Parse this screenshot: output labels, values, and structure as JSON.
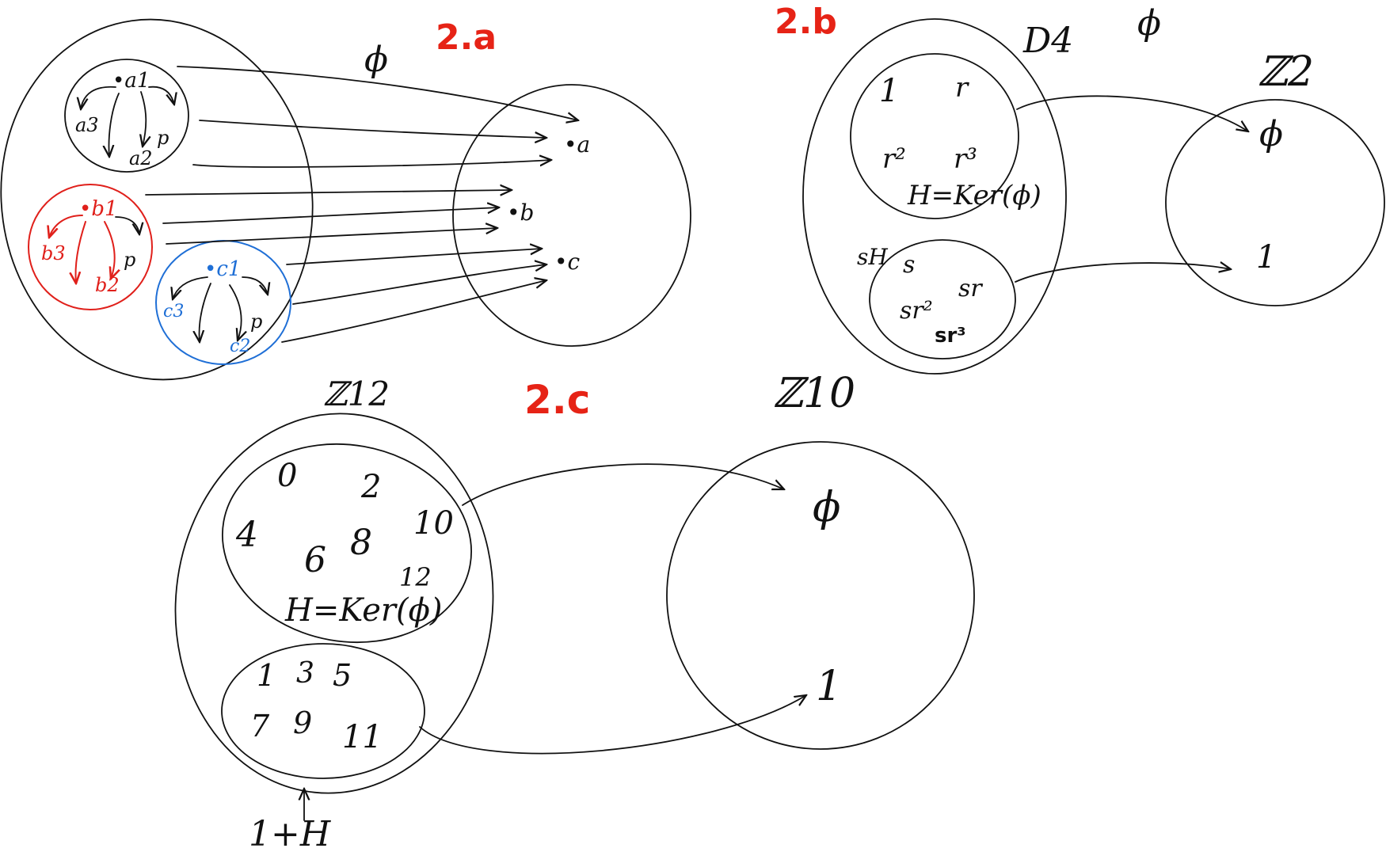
{
  "sections": {
    "a": "2.a",
    "b": "2.b",
    "c": "2.c"
  },
  "phi": "ϕ",
  "colors": {
    "ink": "#111111",
    "red": "#e0201b",
    "blue": "#1f6fd6",
    "section_label": "#e62316"
  },
  "diagram_a": {
    "orbit_a": {
      "root": "•a1",
      "left": "a3",
      "bottom": "a2",
      "rel": "p"
    },
    "orbit_b": {
      "root": "•b1",
      "left": "b3",
      "bottom": "b2",
      "rel": "p"
    },
    "orbit_c": {
      "root": "•c1",
      "left": "c3",
      "bottom": "c2",
      "rel": "p"
    },
    "targets": [
      "•a",
      "•b",
      "•c"
    ]
  },
  "diagram_b": {
    "domain_label": "D4",
    "codomain_label": "ℤ2",
    "kernel_elements": [
      "1",
      "r",
      "r²",
      "r³"
    ],
    "kernel_label": "H=Ker(ϕ)",
    "coset_label": "sH",
    "coset_elements": [
      "s",
      "sr",
      "sr²",
      "sr³"
    ],
    "codomain_elements": [
      "ϕ",
      "1"
    ]
  },
  "diagram_c": {
    "domain_label": "ℤ12",
    "codomain_label": "ℤ10",
    "kernel_elements": [
      "0",
      "2",
      "4",
      "6",
      "8",
      "10",
      "12"
    ],
    "kernel_label": "H=Ker(ϕ)",
    "coset_elements": [
      "1",
      "3",
      "5",
      "7",
      "9",
      "11"
    ],
    "coset_label": "1+H",
    "codomain_elements": [
      "ϕ",
      "1"
    ]
  }
}
